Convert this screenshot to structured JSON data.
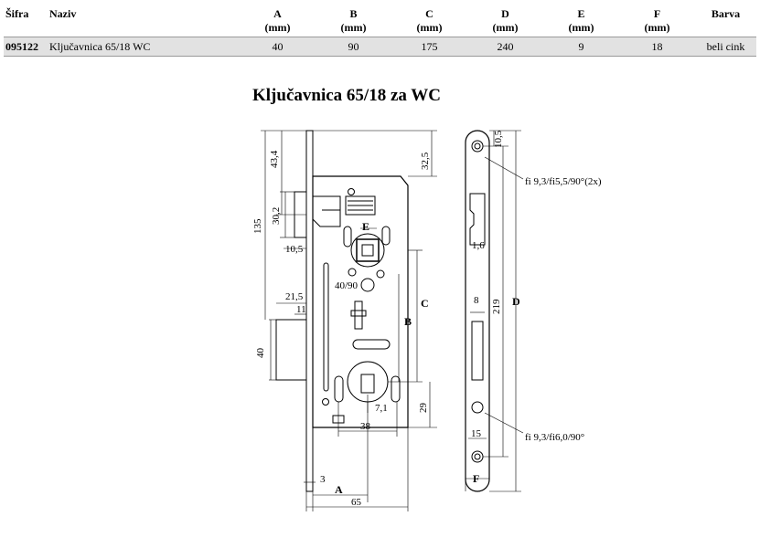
{
  "table": {
    "headers": {
      "code": "Šifra",
      "name": "Naziv",
      "a": "A",
      "b": "B",
      "c": "C",
      "d": "D",
      "e": "E",
      "f": "F",
      "unit": "(mm)",
      "color": "Barva"
    },
    "row": {
      "code": "095122",
      "name": "Ključavnica 65/18 WC",
      "a": "40",
      "b": "90",
      "c": "175",
      "d": "240",
      "e": "9",
      "f": "18",
      "color": "beli cink"
    }
  },
  "drawing": {
    "title": "Ključavnica 65/18 za WC",
    "labels": {
      "d43_4": "43,4",
      "d30_2": "30,2",
      "d135": "135",
      "d10_5_left": "10,5",
      "d21_5": "21,5",
      "d11": "11",
      "d40": "40",
      "d32_5": "32,5",
      "letter_e": "E",
      "d40_90": "40/90",
      "letter_b": "B",
      "letter_c": "C",
      "d7_1": "7,1",
      "d38": "38",
      "d29": "29",
      "d3": "3",
      "letter_a": "A",
      "d65": "65",
      "d10_5_right": "10,5",
      "hole_top": "fi 9,3/fi5,5/90°(2x)",
      "d1_6": "1,6",
      "d8": "8",
      "d219": "219",
      "letter_d": "D",
      "hole_bottom": "fi 9,3/fi6,0/90°",
      "d15": "15",
      "letter_f": "F"
    }
  }
}
